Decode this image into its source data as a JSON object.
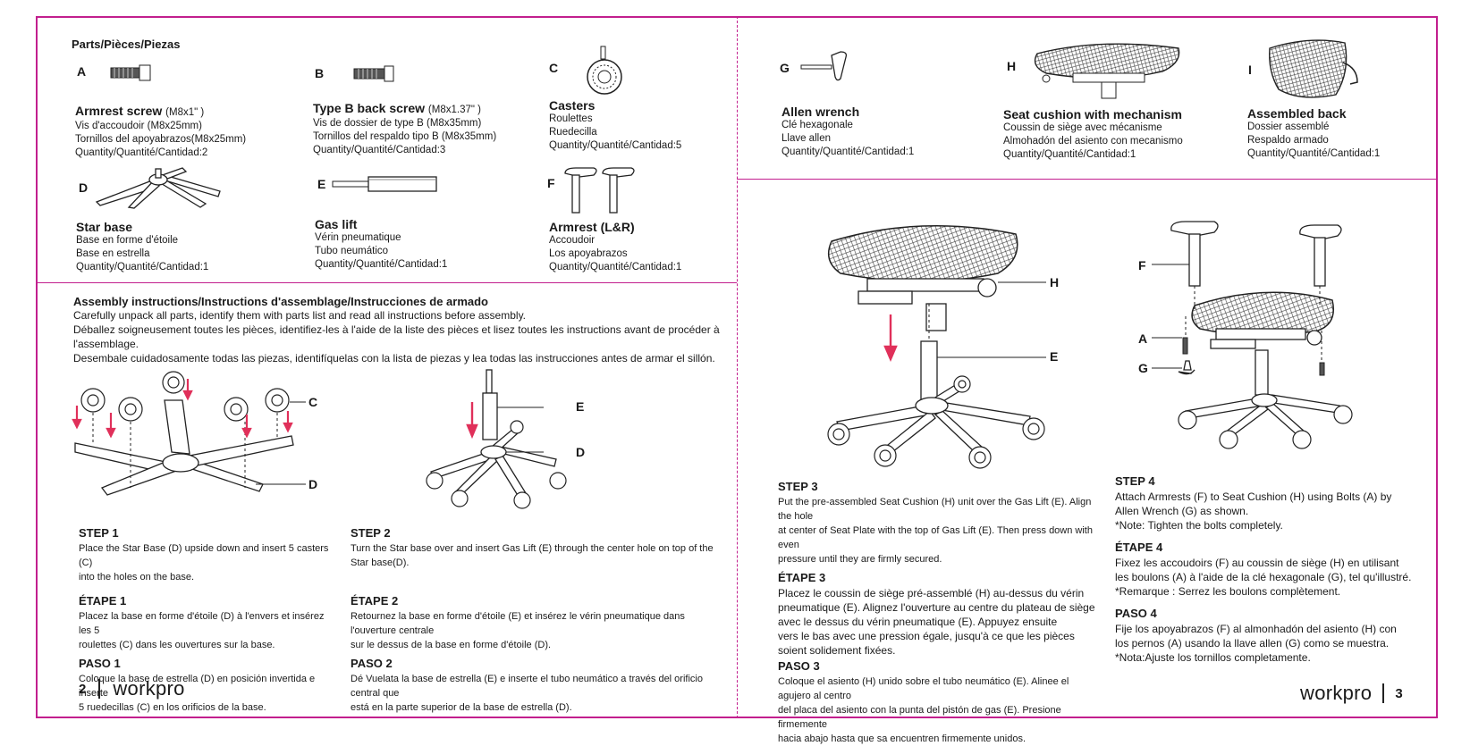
{
  "colors": {
    "accent": "#c21f8e",
    "arrow": "#e0305a",
    "ink": "#1a1a1a"
  },
  "parts_title": "Parts/Pièces/Piezas",
  "parts": [
    {
      "letter": "A",
      "name": "Armrest screw",
      "note": "(M8x1\" )",
      "lines": [
        "Vis d'accoudoir (M8x25mm)",
        "Tornillos del apoyabrazos(M8x25mm)",
        "Quantity/Quantité/Cantidad:2"
      ]
    },
    {
      "letter": "B",
      "name": "Type B back screw",
      "note": "(M8x1.37\" )",
      "lines": [
        "Vis de dossier de type B (M8x35mm)",
        "Tornillos del respaldo tipo B (M8x35mm)",
        "Quantity/Quantité/Cantidad:3"
      ]
    },
    {
      "letter": "C",
      "name": "Casters",
      "note": "",
      "lines": [
        "Roulettes",
        "Ruedecilla",
        "Quantity/Quantité/Cantidad:5"
      ]
    },
    {
      "letter": "D",
      "name": "Star base",
      "note": "",
      "lines": [
        "Base en forme d'étoile",
        "Base en estrella",
        "Quantity/Quantité/Cantidad:1"
      ]
    },
    {
      "letter": "E",
      "name": "Gas lift",
      "note": "",
      "lines": [
        "Vérin pneumatique",
        "Tubo neumático",
        "Quantity/Quantité/Cantidad:1"
      ]
    },
    {
      "letter": "F",
      "name": "Armrest (L&R)",
      "note": "",
      "lines": [
        "Accoudoir",
        "Los apoyabrazos",
        "Quantity/Quantité/Cantidad:1"
      ]
    },
    {
      "letter": "G",
      "name": "Allen wrench",
      "note": "",
      "lines": [
        "Clé hexagonale",
        "Llave allen",
        "Quantity/Quantité/Cantidad:1"
      ]
    },
    {
      "letter": "H",
      "name": "Seat cushion with mechanism",
      "note": "",
      "lines": [
        "Coussin de siège avec mécanisme",
        "Almohadón del asiento con mecanismo",
        "Quantity/Quantité/Cantidad:1"
      ]
    },
    {
      "letter": "I",
      "name": "Assembled back",
      "note": "",
      "lines": [
        "Dossier assemblé",
        "Respaldo armado",
        "Quantity/Quantité/Cantidad:1"
      ]
    }
  ],
  "assembly": {
    "title": "Assembly instructions/Instructions d'assemblage/Instrucciones de armado",
    "lines": [
      "Carefully unpack all parts, identify them with parts list and read all instructions before assembly.",
      "Déballez soigneusement toutes les pièces, identifiez-les à l'aide de la liste des pièces et lisez toutes les instructions avant de procéder à",
      "l'assemblage.",
      "Desembale cuidadosamente todas las piezas, identifíquelas con la lista de piezas y lea todas las instrucciones antes de armar el sillón."
    ]
  },
  "steps": {
    "s1": {
      "en_h": "STEP 1",
      "en": [
        "Place the Star Base (D) upside down and insert 5 casters (C)",
        "into the holes on the base."
      ],
      "fr_h": "ÉTAPE 1",
      "fr": [
        "Placez la base en forme d'étoile (D) à l'envers et insérez les 5",
        "roulettes (C) dans les ouvertures sur la base."
      ],
      "es_h": "PASO 1",
      "es": [
        "Coloque la base de estrella (D) en posición invertida e inserte",
        "5 ruedecillas (C) en los orificios de la base."
      ]
    },
    "s2": {
      "en_h": "STEP 2",
      "en": [
        "Turn the Star base over and insert Gas Lift (E) through the center hole on top of the Star base(D)."
      ],
      "fr_h": "ÉTAPE 2",
      "fr": [
        "Retournez la base en forme d'étoile (E) et insérez le vérin pneumatique  dans l'ouverture centrale",
        "sur le dessus de la base en forme d'étoile (D)."
      ],
      "es_h": "PASO 2",
      "es": [
        "Dé Vuelata la base de estrella (E) e inserte el tubo neumático  a través del orificio central que",
        "está en la  parte superior de la base  de estrella (D)."
      ]
    },
    "s3": {
      "en_h": "STEP 3",
      "en": [
        "Put the pre-assembled Seat Cushion (H) unit over the Gas Lift (E). Align the hole",
        "at center of Seat Plate  with the top of Gas Lift (E). Then press down with even",
        "pressure until they are firmly secured."
      ],
      "fr_h": "ÉTAPE 3",
      "fr": [
        "Placez le coussin de siège pré-assemblé (H) au-dessus du vérin",
        "pneumatique (E). Alignez l'ouverture au centre du plateau de siège",
        "avec le dessus du vérin pneumatique (E). Appuyez ensuite",
        "vers le bas avec une pression égale, jusqu'à ce que les pièces",
        " soient solidement fixées."
      ],
      "es_h": "PASO 3",
      "es": [
        "Coloque el asiento (H) unido sobre el tubo neumático (E). Alinee el agujero al centro",
        "del placa del asiento con la punta del pistón de gas (E). Presione firmemente",
        "hacia abajo hasta que sa encuentren firmemente unidos."
      ]
    },
    "s4": {
      "en_h": "STEP 4",
      "en": [
        "Attach Armrests (F) to Seat Cushion (H) using Bolts (A) by",
        "Allen Wrench (G) as shown.",
        "*Note: Tighten the bolts completely."
      ],
      "fr_h": "ÉTAPE 4",
      "fr": [
        "Fixez les accoudoirs (F) au coussin de siège (H) en utilisant",
        "les boulons (A) à l'aide de la clé hexagonale (G), tel qu'illustré.",
        "*Remarque : Serrez les boulons complètement."
      ],
      "es_h": "PASO 4",
      "es": [
        " Fije los apoyabrazos (F) al almonhadón del asiento (H) con",
        "los pernos (A) usando la llave allen (G) como se muestra.",
        "*Nota:Ajuste los tornillos completamente."
      ]
    }
  },
  "callouts": {
    "fig1_c": "C",
    "fig1_d": "D",
    "fig2_e": "E",
    "fig2_d": "D",
    "fig3_h": "H",
    "fig3_e": "E",
    "fig4_f": "F",
    "fig4_a": "A",
    "fig4_g": "G"
  },
  "footer": {
    "left_page": "2",
    "right_page": "3",
    "brand": "workpro"
  }
}
